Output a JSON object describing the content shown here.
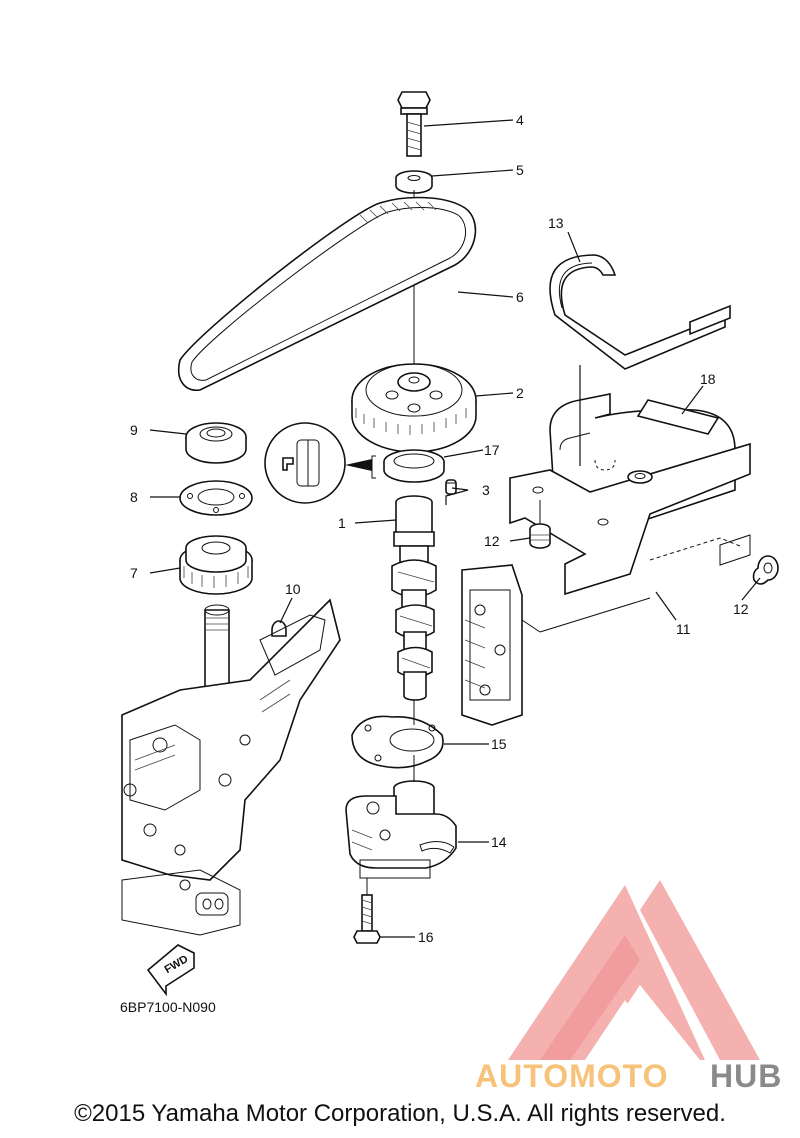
{
  "diagram": {
    "code": "6BP7100-N090",
    "fwd_label": "FWD",
    "callouts": {
      "c1": "1",
      "c2": "2",
      "c3": "3",
      "c4": "4",
      "c5": "5",
      "c6": "6",
      "c7": "7",
      "c8": "8",
      "c9": "9",
      "c10": "10",
      "c11": "11",
      "c12a": "12",
      "c12b": "12",
      "c13": "13",
      "c14": "14",
      "c15": "15",
      "c16": "16",
      "c17": "17",
      "c18": "18"
    }
  },
  "watermark": {
    "part1": "AUTOMOTO",
    "part2": "HUB",
    "color_primary": "#f4a3a3",
    "color_accent": "#f7c27a",
    "color_hub": "#8a8a8a"
  },
  "footer": {
    "copyright": "©2015 Yamaha Motor Corporation, U.S.A. All rights reserved."
  }
}
